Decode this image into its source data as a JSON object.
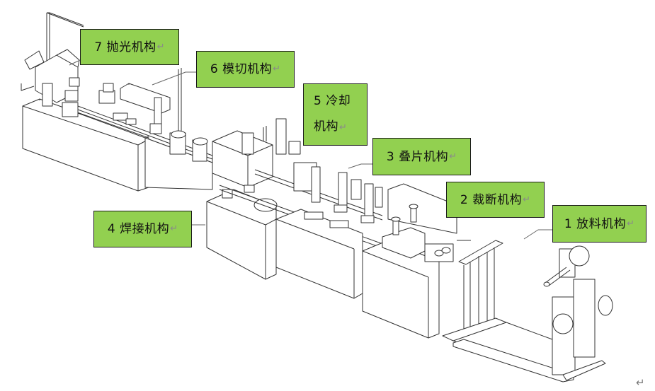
{
  "diagram": {
    "title": "Production line mechanisms",
    "colors": {
      "label_fill": "#92d050",
      "label_border": "#1a1a1a",
      "line_art": "#333333"
    },
    "return_mark": "↵",
    "labels": [
      {
        "id": "7",
        "text": "7 抛光机构"
      },
      {
        "id": "6",
        "text": "6 模切机构"
      },
      {
        "id": "5",
        "line1": "5 冷却",
        "line2": "机构"
      },
      {
        "id": "3",
        "text": "3 叠片机构"
      },
      {
        "id": "2",
        "text": "2 裁断机构"
      },
      {
        "id": "4",
        "text": "4 焊接机构"
      },
      {
        "id": "1",
        "text": "1 放料机构"
      }
    ]
  }
}
